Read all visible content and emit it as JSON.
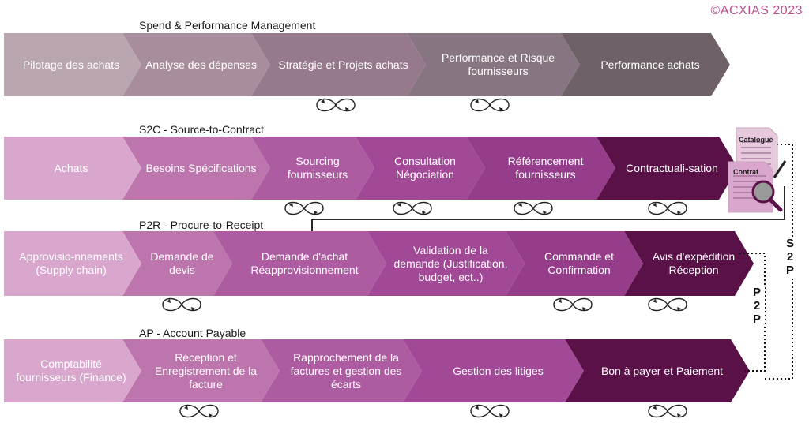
{
  "copyright": "©ACXIAS 2023",
  "colors": {
    "row1": [
      "#b9a6b1",
      "#a88e9c",
      "#96798a",
      "#877581",
      "#6e6268",
      "#5f5859"
    ],
    "row2": [
      "#d9a7cd",
      "#bd75ad",
      "#ad5ca1",
      "#a14897",
      "#953d8b",
      "#5a1148"
    ],
    "row3": [
      "#d9a7cd",
      "#bd75ad",
      "#ad5ca1",
      "#a14897",
      "#953d8b",
      "#5a1148"
    ],
    "row4": [
      "#d9a7cd",
      "#bd75ad",
      "#ad5ca1",
      "#a14897",
      "#5a1148"
    ]
  },
  "rows": [
    {
      "title": "Spend & Performance Management",
      "steps": [
        "Pilotage des achats",
        "Analyse des dépenses",
        "Stratégie et Projets achats",
        "Performance et Risque fournisseurs",
        "Performance achats"
      ]
    },
    {
      "title": "S2C - Source-to-Contract",
      "steps": [
        "Achats",
        "Besoins Spécifications",
        "Sourcing fournisseurs",
        "Consultation Négociation",
        "Référencement fournisseurs",
        "Contractuali-sation"
      ]
    },
    {
      "title": "P2R - Procure-to-Receipt",
      "steps": [
        "Approvisio-nnements (Supply chain)",
        "Demande de devis",
        "Demande d'achat Réapprovisionnement",
        "Validation de la demande (Justification, budget, ect..)",
        "Commande et Confirmation",
        "Avis d'expédition Réception"
      ]
    },
    {
      "title": "AP - Account Payable",
      "steps": [
        "Comptabilité fournisseurs (Finance)",
        "Réception et Enregistrement de la facture",
        "Rapprochement de la factures et gestion des écarts",
        "Gestion des litiges",
        "Bon à payer et Paiement"
      ]
    }
  ],
  "documents": {
    "catalogue": "Catalogue",
    "contrat": "Contrat"
  },
  "side_labels": {
    "s2p": "S\n2\nP",
    "p2p": "P\n2\nP"
  },
  "icons": {
    "loop": "infinity-loop-icon",
    "document": "document-icon",
    "magnifier": "magnifier-icon"
  }
}
